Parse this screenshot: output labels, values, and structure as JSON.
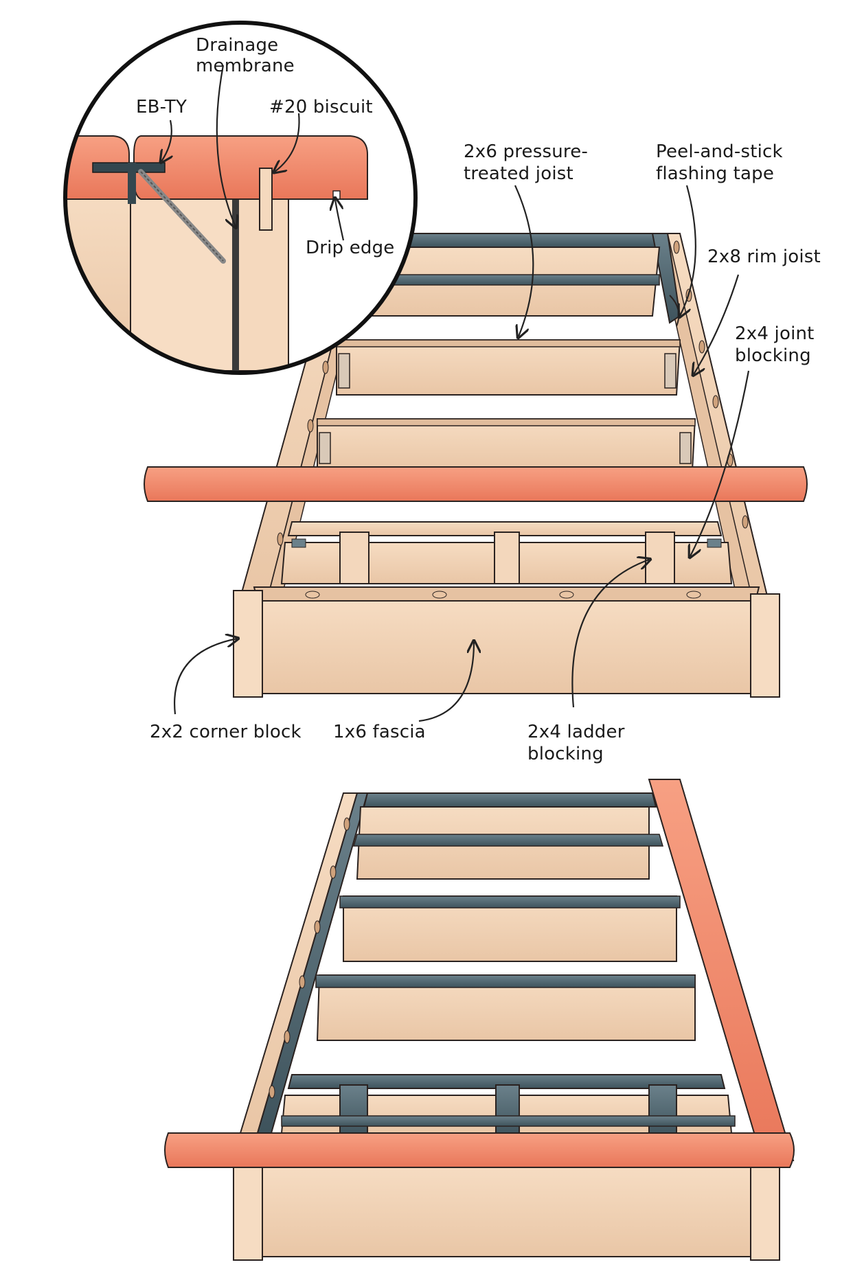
{
  "labels": {
    "drainage_membrane": [
      "Drainage",
      "membrane"
    ],
    "eb_ty": "EB-TY",
    "biscuit": "#20 biscuit",
    "drip_edge": "Drip edge",
    "pressure_treated_joist": [
      "2x6 pressure-",
      "treated joist"
    ],
    "flashing_tape": [
      "Peel-and-stick",
      "flashing tape"
    ],
    "rim_joist": "2x8 rim joist",
    "joint_blocking": [
      "2x4 joint",
      "blocking"
    ],
    "corner_block": "2x2 corner block",
    "fascia": "1x6 fascia",
    "ladder_blocking": [
      "2x4 ladder",
      "blocking"
    ]
  },
  "colors": {
    "lumber": "#f1d4b8",
    "lumber_shade": "#e2bd9c",
    "decking": "#f0876a",
    "decking_inset": "#e86e4f",
    "flashing": "#4f6670",
    "outline": "#2a2220"
  }
}
